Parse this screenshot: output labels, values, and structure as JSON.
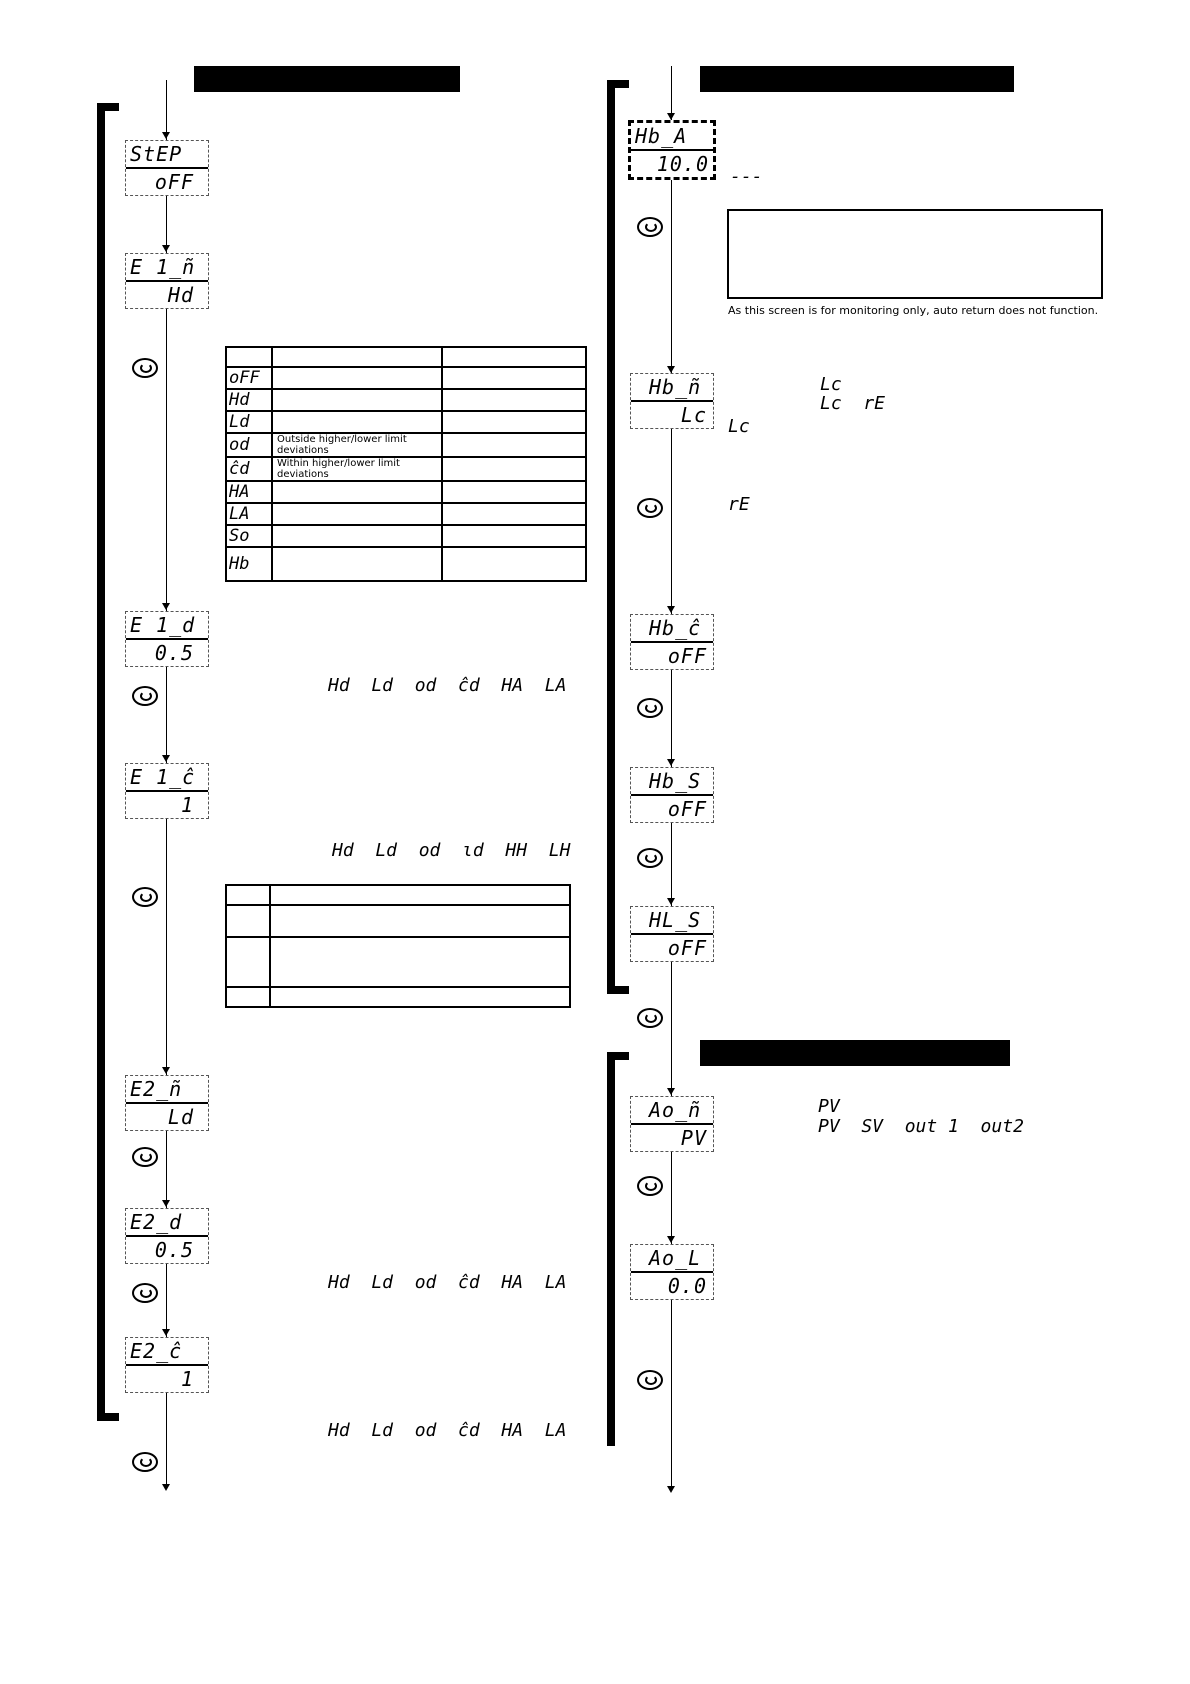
{
  "left_column": {
    "displays": [
      {
        "top": "StEP",
        "bottom": "oFF"
      },
      {
        "top": "E 1_ñ",
        "bottom": "Hd"
      },
      {
        "top": "E 1_d",
        "bottom": "0.5"
      },
      {
        "top": "E 1_ĉ",
        "bottom": "1"
      },
      {
        "top": "E2_ñ",
        "bottom": "Ld"
      },
      {
        "top": "E2_d",
        "bottom": "0.5"
      },
      {
        "top": "E2_ĉ",
        "bottom": "1"
      }
    ],
    "alarm_table": {
      "codes": [
        "oFF",
        "Hd",
        "Ld",
        "od",
        "ĉd",
        "HA",
        "LA",
        "So",
        "Hb"
      ],
      "descriptions": [
        "",
        "",
        "",
        "Outside higher/lower limit deviations",
        "Within higher/lower limit deviations",
        "",
        "",
        "",
        ""
      ]
    },
    "seg_line_1": "Hd  Ld  od  ĉd  HA  LA",
    "seg_line_2": "Hd  Ld  od  ɩd  HH  LH",
    "seg_line_3": "Hd  Ld  od  ĉd  HA  LA",
    "seg_line_4": "Hd  Ld  od  ĉd  HA  LA"
  },
  "right_column": {
    "displays": [
      {
        "top": "Hb_A",
        "bottom": "10.0"
      },
      {
        "top": "Hb_ñ",
        "bottom": "Lc"
      },
      {
        "top": "Hb_ĉ",
        "bottom": "oFF"
      },
      {
        "top": "Hb_S",
        "bottom": "oFF"
      },
      {
        "top": "HL_S",
        "bottom": "oFF"
      },
      {
        "top": "Ao_ñ",
        "bottom": "PV"
      },
      {
        "top": "Ao_L",
        "bottom": "0.0"
      }
    ],
    "dashes": "---",
    "monitor_note": "As this screen is for monitoring only, auto return does not function.",
    "hb_mode_1": "Lc",
    "hb_mode_2": "Lc  rE",
    "hb_mode_3": "Lc",
    "hb_mode_4": "rE",
    "ao_opt_1": "PV",
    "ao_opt_2": "PV  SV  out 1  out2"
  }
}
